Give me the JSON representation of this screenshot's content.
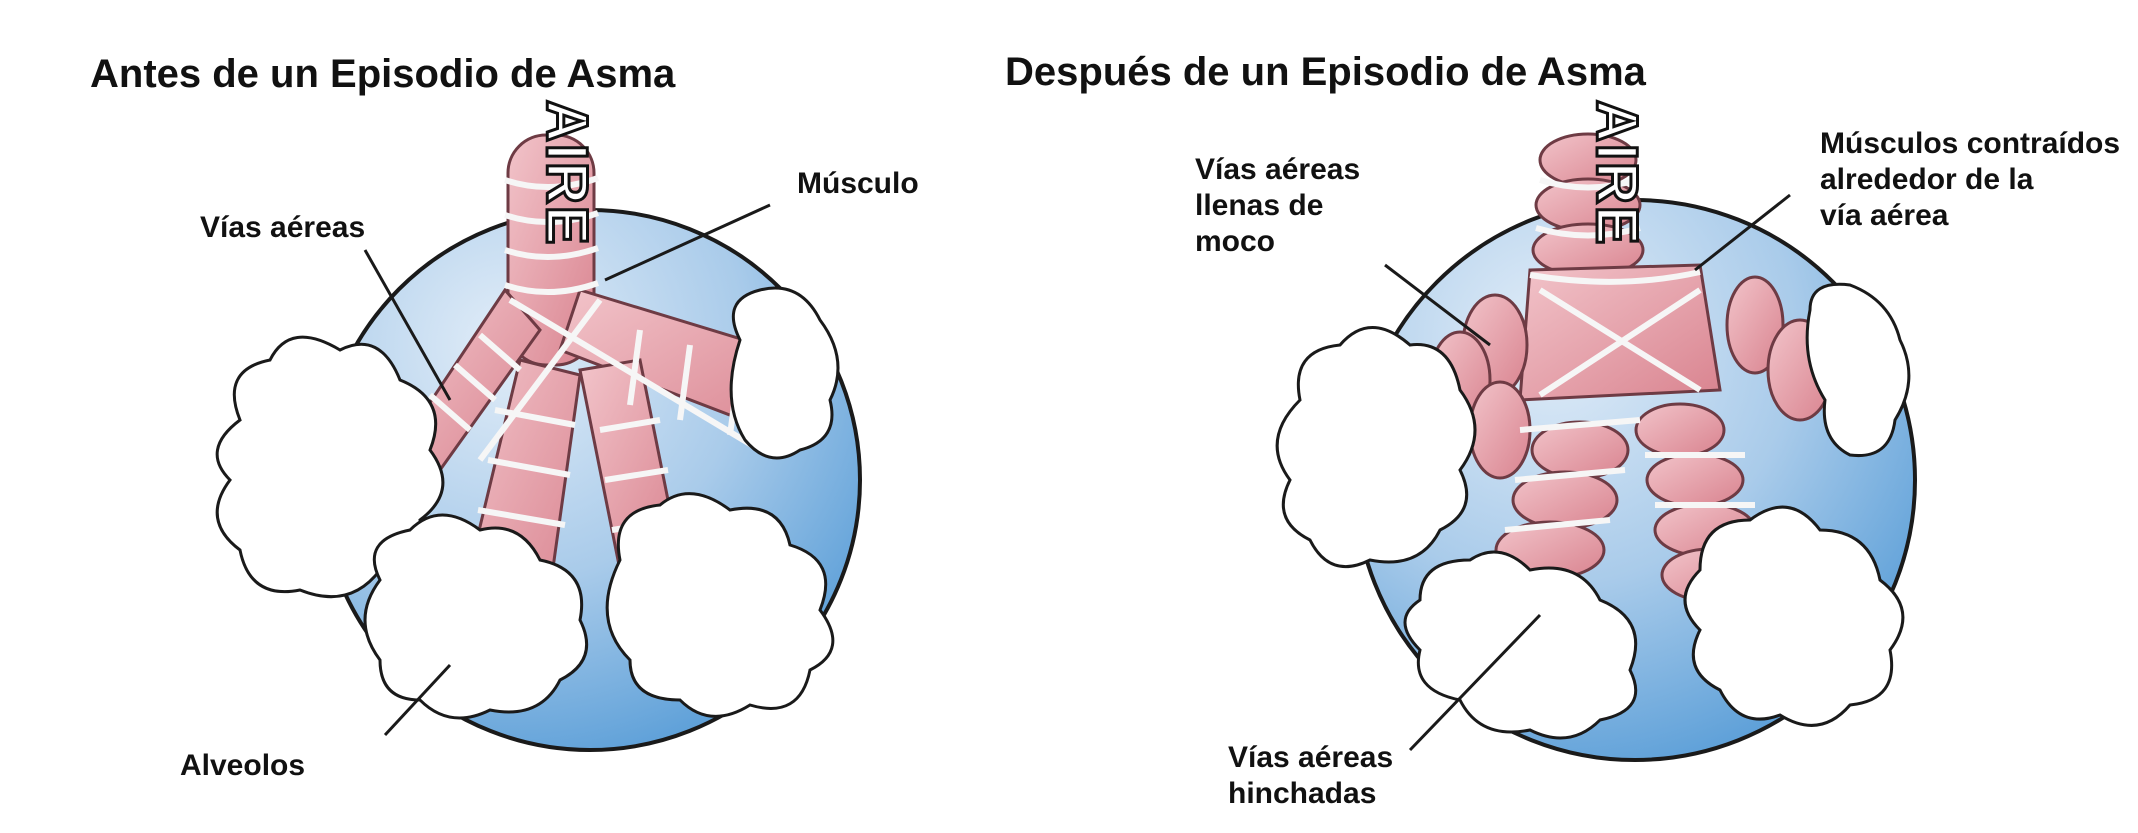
{
  "left_panel": {
    "title": "Antes de un Episodio de Asma",
    "air_label": "AIRE",
    "label_airways": "Vías aéreas",
    "label_muscle": "Músculo",
    "label_alveoli": "Alveolos"
  },
  "right_panel": {
    "title": "Después de un Episodio de Asma",
    "air_label": "AIRE",
    "label_mucus": [
      "Vías aéreas",
      "llenas de",
      "moco"
    ],
    "label_muscles": [
      "Músculos contraídos",
      "alrededor de la",
      "vía aérea"
    ],
    "label_swollen": [
      "Vías aéreas",
      "hinchadas"
    ]
  },
  "colors": {
    "circle_light": "#d6e6f5",
    "circle_dark": "#6aa7dc",
    "airway": "#e8a3ad",
    "airway_dark": "#d97b89",
    "muscle_band": "#f4f4f4",
    "cloud": "#ffffff"
  }
}
